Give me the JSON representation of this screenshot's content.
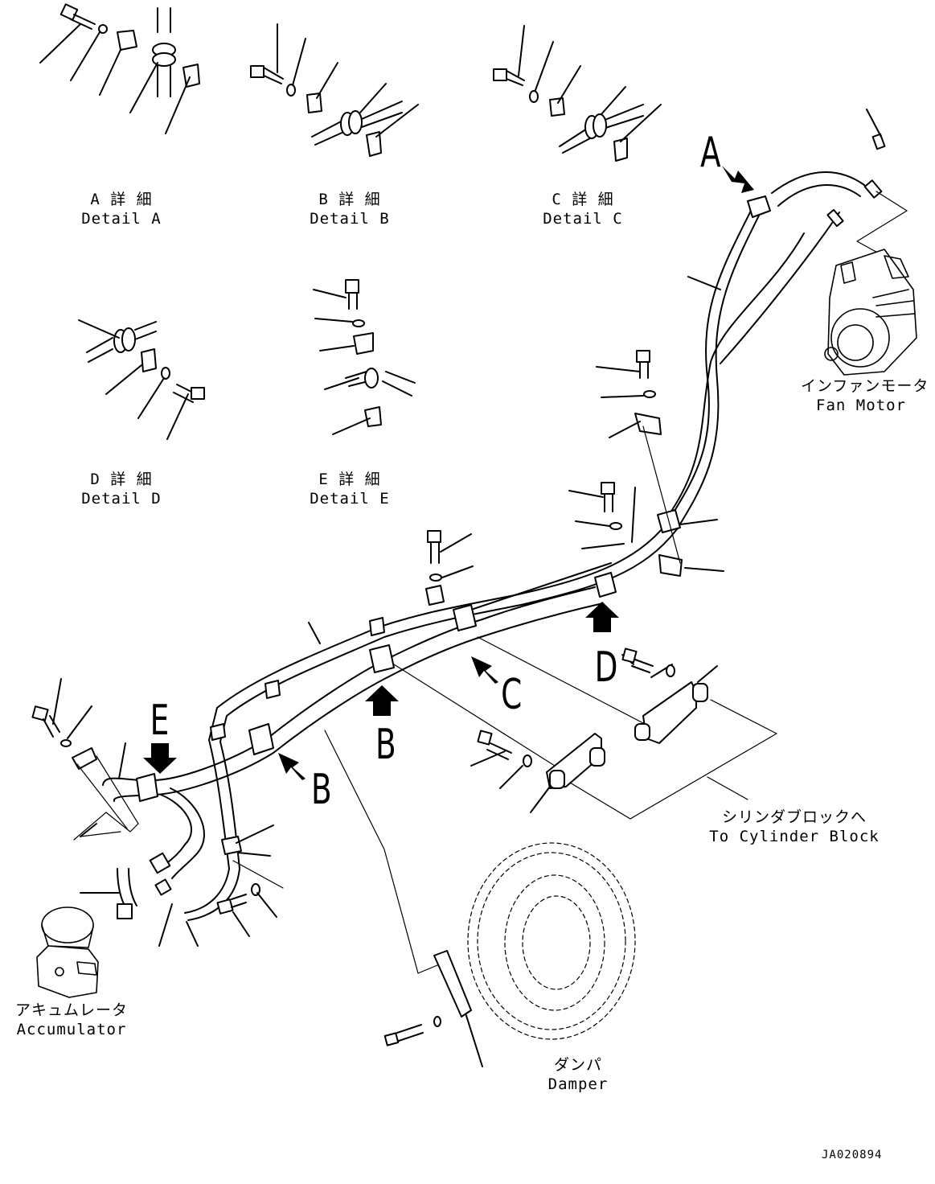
{
  "details": [
    {
      "jp": "A 詳 細",
      "en": "Detail A"
    },
    {
      "jp": "B 詳 細",
      "en": "Detail B"
    },
    {
      "jp": "C 詳 細",
      "en": "Detail C"
    },
    {
      "jp": "D 詳 細",
      "en": "Detail D"
    },
    {
      "jp": "E 詳 細",
      "en": "Detail E"
    }
  ],
  "components": {
    "fan_motor": {
      "jp": "インファンモータ",
      "en": "Fan Motor"
    },
    "cylinder_block": {
      "jp": "シリンダブロックへ",
      "en": "To Cylinder Block"
    },
    "accumulator": {
      "jp": "アキュムレータ",
      "en": "Accumulator"
    },
    "damper": {
      "jp": "ダンパ",
      "en": "Damper"
    }
  },
  "view_letters": {
    "a": "A",
    "b1": "B",
    "b2": "B",
    "c": "C",
    "d": "D",
    "e": "E"
  },
  "drawing_code": "JA020894"
}
